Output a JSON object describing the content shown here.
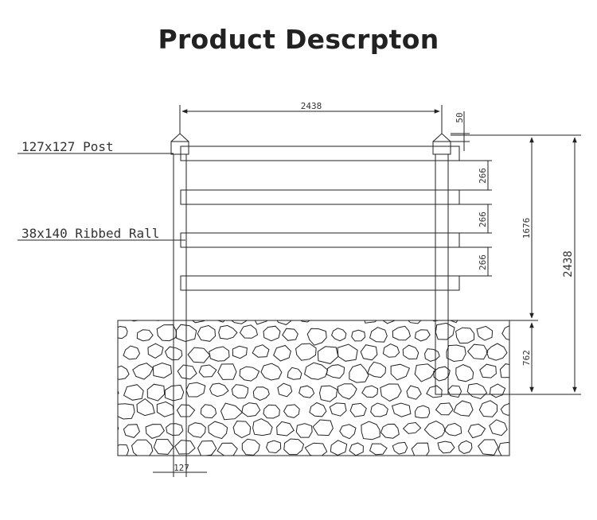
{
  "page": {
    "title": "Product Descrpton"
  },
  "drawing": {
    "labels": {
      "post": "127x127 Post",
      "rail": "38x140 Ribbed Rall"
    },
    "dimensions": {
      "overall_width": "2438",
      "post_cap": "50",
      "rail_spacing_1": "266",
      "rail_spacing_2": "266",
      "rail_spacing_3": "266",
      "above_ground_height": "1676",
      "total_post_length": "2438",
      "in_ground_depth": "762",
      "post_width": "127"
    },
    "rail_count": 4
  }
}
